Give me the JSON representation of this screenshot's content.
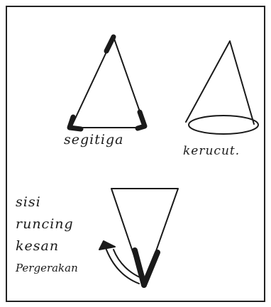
{
  "labels": {
    "segitiga": "segitiga",
    "kerucut": "kerucut."
  },
  "note": {
    "lines": [
      "sisi",
      "runcing",
      "kesan",
      "Pergerakan"
    ]
  },
  "colors": {
    "ink": "#1a1a1a",
    "background": "#ffffff"
  }
}
